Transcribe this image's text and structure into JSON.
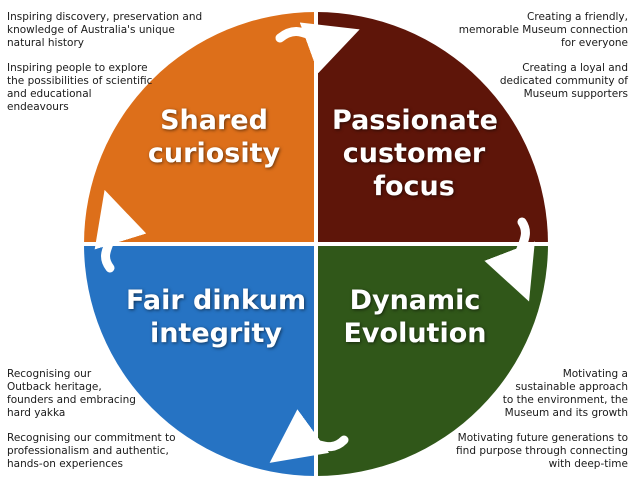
{
  "colors": {
    "orange": "#dd6f1a",
    "maroon": "#5e1509",
    "green": "#305719",
    "blue": "#2673c3",
    "arrow": "#ffffff"
  },
  "quadrants": {
    "top_left": {
      "title": [
        "Shared",
        "curiosity"
      ]
    },
    "top_right": {
      "title": [
        "Passionate",
        "customer",
        "focus"
      ]
    },
    "bottom_left": {
      "title": [
        "Fair dinkum",
        "integrity"
      ]
    },
    "bottom_right": {
      "title": [
        "Dynamic",
        "Evolution"
      ]
    }
  },
  "notes": {
    "top_left_1": [
      "Inspiring discovery, preservation and",
      "knowledge of Australia's unique",
      "natural history"
    ],
    "top_left_2": [
      "Inspiring people to explore",
      "the possibilities of scientific",
      "and educational",
      "endeavours"
    ],
    "top_right_1": [
      "Creating a friendly,",
      "memorable Museum connection",
      "for everyone"
    ],
    "top_right_2": [
      "Creating a loyal and",
      "dedicated community of",
      "Museum supporters"
    ],
    "bottom_left_1": [
      "Recognising our",
      "Outback heritage,",
      "founders and embracing",
      "hard yakka"
    ],
    "bottom_left_2": [
      "Recognising our commitment to",
      "professionalism and authentic,",
      "hands-on experiences"
    ],
    "bottom_right_1": [
      "Motivating a",
      "sustainable approach",
      "to the environment, the",
      "Museum and its growth"
    ],
    "bottom_right_2": [
      "Motivating future generations to",
      "find purpose through connecting",
      "with deep-time"
    ]
  }
}
